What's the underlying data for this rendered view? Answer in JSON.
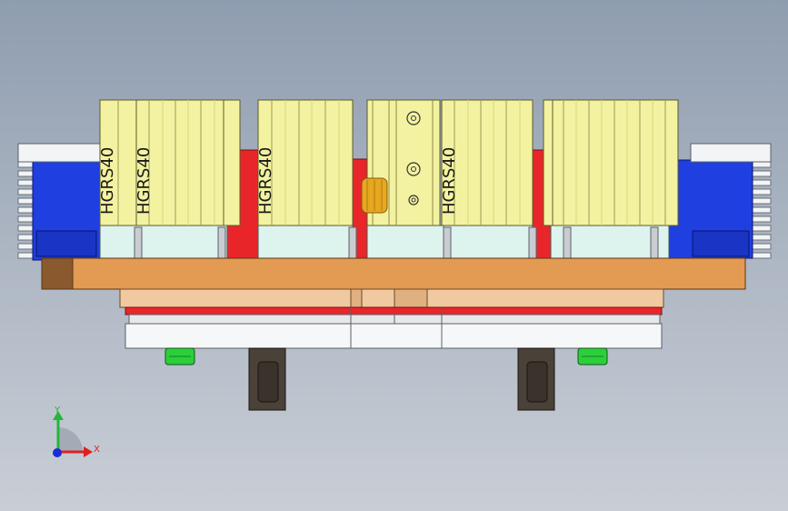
{
  "viewport": {
    "title": "",
    "background_top": "#8f9db0",
    "background_bottom": "#c9ced6"
  },
  "model": {
    "cylinder_labels": [
      "HGRS40",
      "HGRS40",
      "HGRS40",
      "HGRS40"
    ],
    "colors": {
      "cylinder_body": "#f3f2a0",
      "cylinder_shade": "#d9d77e",
      "guide_block": "#ddf3ee",
      "base_plate": "#e39a52",
      "base_plate_dark": "#8a5a2e",
      "red_part": "#e8262a",
      "end_block_blue": "#1f3fe0",
      "fin_white": "#f2f4f6",
      "green_foot": "#2ccf3a",
      "dark_foot": "#4a4139",
      "fitting_gold": "#e6a820"
    }
  },
  "axis_triad": {
    "x_label": "X",
    "y_label": "Y",
    "x_color": "#e02020",
    "y_color": "#25b53a",
    "z_color": "#1d2ad8"
  }
}
